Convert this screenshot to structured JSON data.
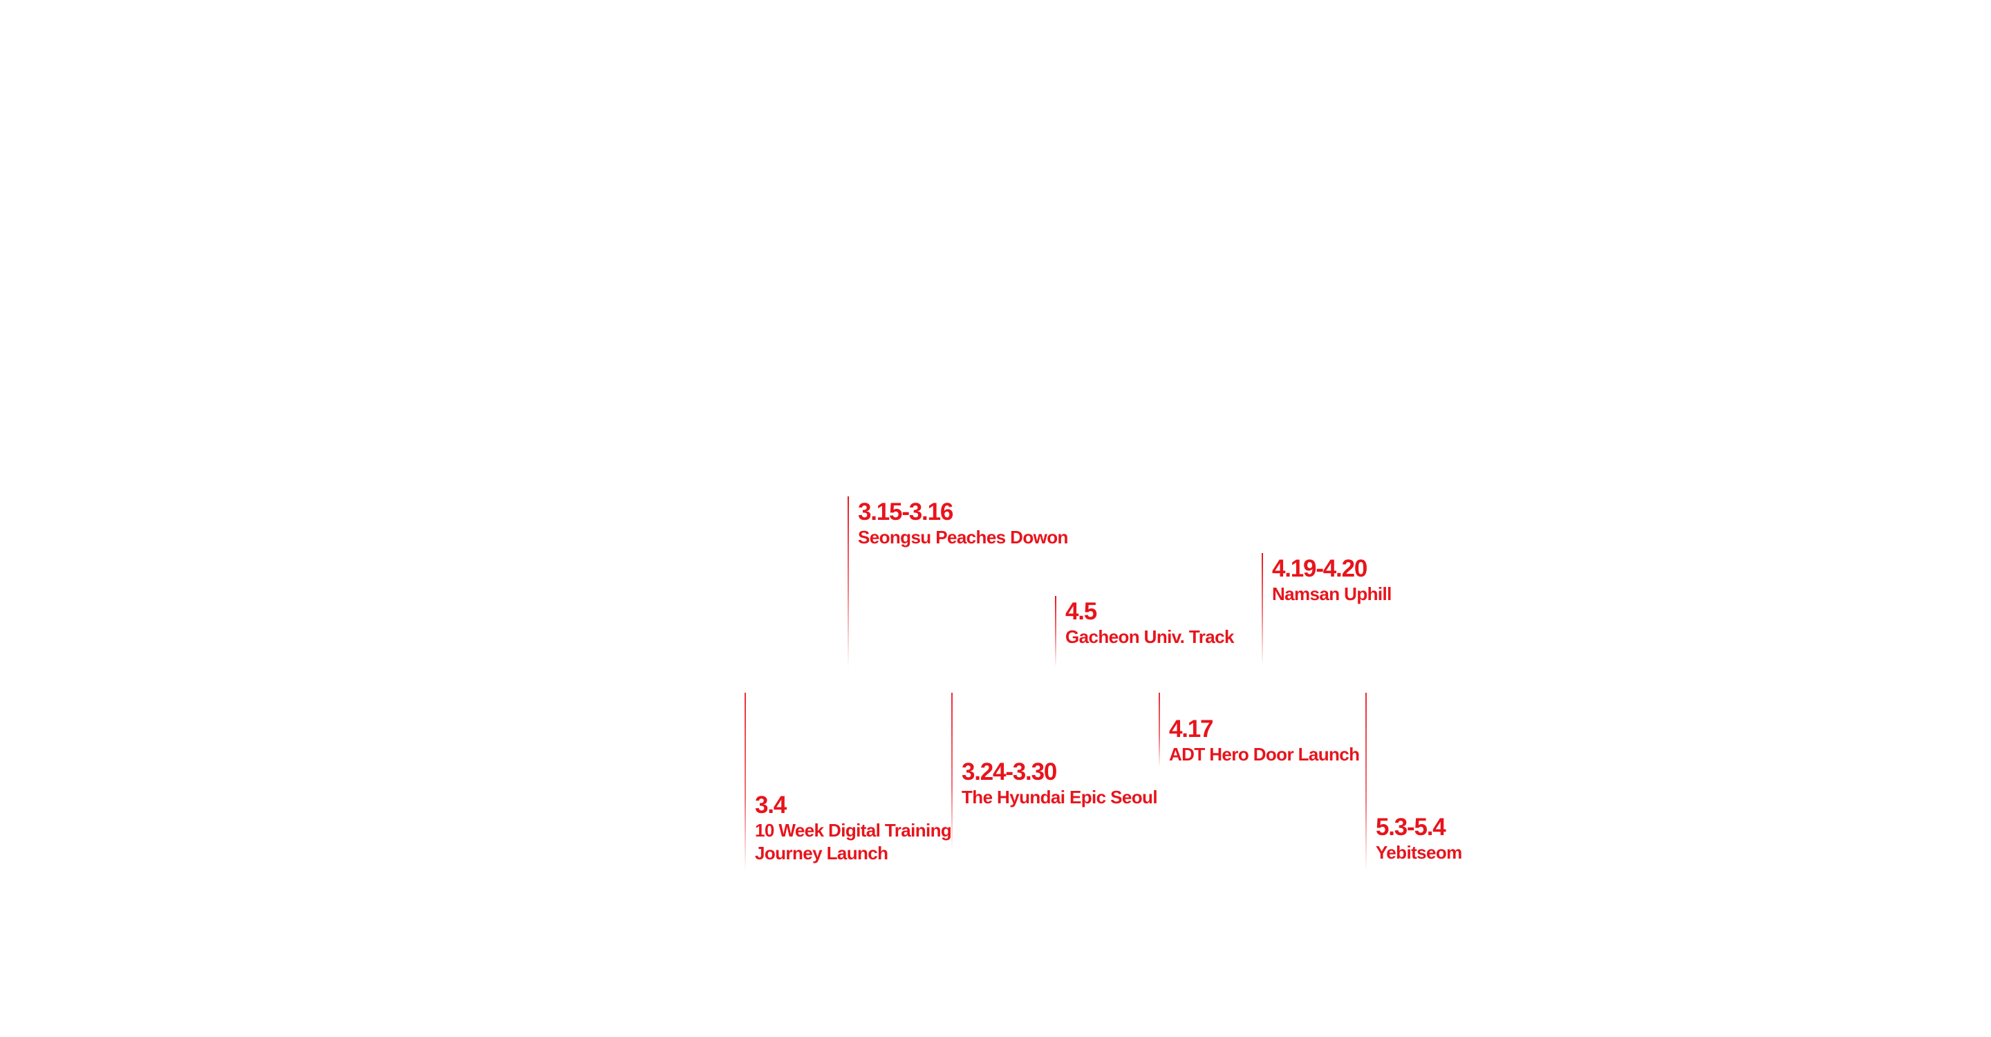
{
  "accent_color": "#e8141c",
  "events": [
    {
      "date": "3.4",
      "title": "10 Week Digital Training\nJourney Launch",
      "row": "bottom"
    },
    {
      "date": "3.15-3.16",
      "title": "Seongsu Peaches Dowon",
      "row": "top"
    },
    {
      "date": "3.24-3.30",
      "title": "The Hyundai Epic Seoul",
      "row": "bottom"
    },
    {
      "date": "4.5",
      "title": "Gacheon Univ. Track",
      "row": "top"
    },
    {
      "date": "4.17",
      "title": "ADT Hero Door Launch",
      "row": "bottom"
    },
    {
      "date": "4.19-4.20",
      "title": "Namsan Uphill",
      "row": "top"
    },
    {
      "date": "5.3-5.4",
      "title": "Yebitseom",
      "row": "bottom"
    }
  ]
}
